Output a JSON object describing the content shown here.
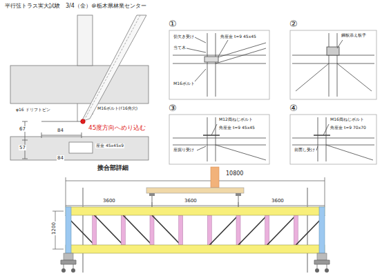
{
  "diagram": {
    "title": "平行弦トラス実大試験　3/4（金）＠栃木県林業センター",
    "nodes": [
      {
        "text": [
          "①",
          "切欠き受け",
          "当て木",
          "M16ボルト",
          "角座金 t=9 45x45"
        ]
      },
      {
        "text": [
          "②",
          "鋼板添え板子"
        ]
      },
      {
        "text": [
          "③",
          "M12両ねじボルト",
          "角座金 t=9 45x45",
          "座掘り受け"
        ]
      },
      {
        "text": [
          "④",
          "M16両ねじボルト",
          "角座金 t=9 70x70",
          "前面し受け"
        ]
      }
    ],
    "labels": [
      "84",
      "84",
      "67",
      "57",
      "φ16 ドリフトピン",
      "M16ボルト(ｲ16角穴)",
      "45度方向へめり込む",
      "座金 45x45x9",
      "接合部詳細",
      "10800",
      "3600",
      "3600",
      "3600",
      "1200"
    ]
  }
}
